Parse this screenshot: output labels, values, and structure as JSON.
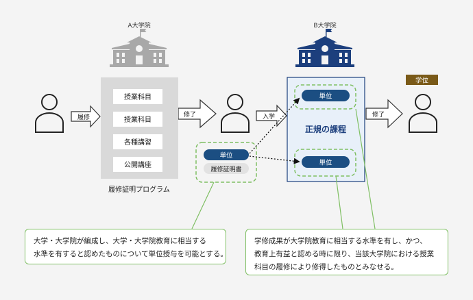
{
  "university_a": {
    "label": "A大学院"
  },
  "university_b": {
    "label": "B大学院"
  },
  "program": {
    "courses": [
      "授業科目",
      "授業科目",
      "各種講習",
      "公開講座"
    ],
    "caption": "履修証明プログラム"
  },
  "arrows": {
    "enroll_a": "履修",
    "complete_a": "修了",
    "admission_b": "入学",
    "complete_b": "修了"
  },
  "credit_bundle": {
    "credit_label": "単位",
    "certificate_label": "履修証明書"
  },
  "regular_course": {
    "title": "正規の課程",
    "credit_top": "単位",
    "credit_bottom": "単位"
  },
  "degree": {
    "label": "学位"
  },
  "notes": {
    "left_lines": [
      "大学・大学院が編成し、大学・大学院教育に相当する",
      "水準を有すると認めたものについて単位授与を可能とする。"
    ],
    "right_lines": [
      "学修成果が大学院教育に相当する水準を有し、かつ、",
      "教育上有益と認める時に限り、当該大学院における授業",
      "科目の履修により修得したものとみなせる。"
    ]
  },
  "colors": {
    "navy": "#1c3f7d",
    "grey_building": "#a8a8a8",
    "green": "#7fbf63",
    "credit_pill": "#1b4e82",
    "degree_badge": "#7a5a18",
    "program_panel": "#d9d9d9",
    "regular_panel": "#e8f0f9"
  }
}
